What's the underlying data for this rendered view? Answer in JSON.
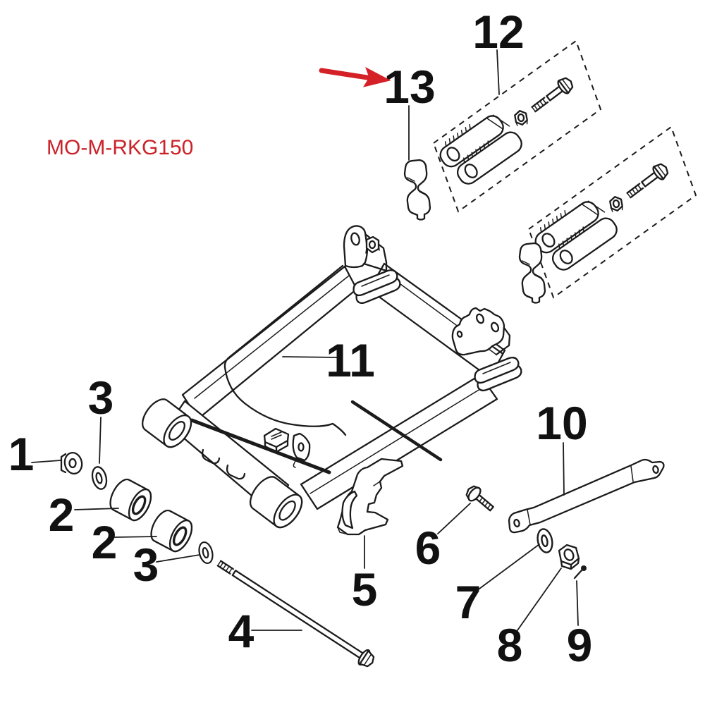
{
  "diagram": {
    "code": "MO-M-RKG150",
    "code_color": "#cb2229",
    "arrow_color": "#d42127",
    "line_color": "#1b1b1b",
    "background": "#ffffff",
    "marker": "red-arrow"
  },
  "callouts": [
    {
      "num": "1"
    },
    {
      "num": "3"
    },
    {
      "num": "2"
    },
    {
      "num": "2"
    },
    {
      "num": "3"
    },
    {
      "num": "4"
    },
    {
      "num": "5"
    },
    {
      "num": "6"
    },
    {
      "num": "7"
    },
    {
      "num": "8"
    },
    {
      "num": "9"
    },
    {
      "num": "10"
    },
    {
      "num": "11"
    },
    {
      "num": "12"
    },
    {
      "num": "13"
    }
  ]
}
